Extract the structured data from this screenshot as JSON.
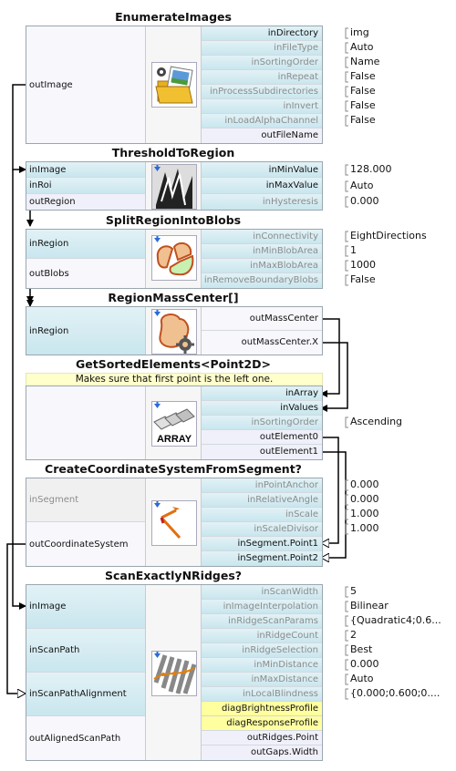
{
  "blocks": {
    "enumerate_images": {
      "title": "EnumerateImages",
      "out_image": "outImage",
      "in_directory": "inDirectory",
      "in_file_type": "inFileType",
      "in_sorting_order": "inSortingOrder",
      "in_repeat": "inRepeat",
      "in_process_subdirectories": "inProcessSubdirectories",
      "in_invert": "inInvert",
      "in_load_alpha_channel": "inLoadAlphaChannel",
      "out_file_name": "outFileName",
      "values": {
        "directory": "img",
        "file_type": "Auto",
        "sorting_order": "Name",
        "repeat": "False",
        "process_subdirectories": "False",
        "invert": "False",
        "load_alpha_channel": "False"
      }
    },
    "threshold_to_region": {
      "title": "ThresholdToRegion",
      "in_image": "inImage",
      "in_roi": "inRoi",
      "out_region": "outRegion",
      "in_min_value": "inMinValue",
      "in_max_value": "inMaxValue",
      "in_hysteresis": "inHysteresis",
      "values": {
        "min_value": "128.000",
        "max_value": "Auto",
        "hysteresis": "0.000"
      }
    },
    "split_region_into_blobs": {
      "title": "SplitRegionIntoBlobs",
      "in_region": "inRegion",
      "out_blobs": "outBlobs",
      "in_connectivity": "inConnectivity",
      "in_min_blob_area": "inMinBlobArea",
      "in_max_blob_area": "inMaxBlobArea",
      "in_remove_boundary_blobs": "inRemoveBoundaryBlobs",
      "values": {
        "connectivity": "EightDirections",
        "min_blob_area": "1",
        "max_blob_area": "1000",
        "remove_boundary_blobs": "False"
      }
    },
    "region_mass_center": {
      "title": "RegionMassCenter[]",
      "in_region": "inRegion",
      "out_mass_center": "outMassCenter",
      "out_mass_center_x": "outMassCenter.X"
    },
    "get_sorted_elements": {
      "title": "GetSortedElements<Point2D>",
      "note": "Makes sure that first point is the left one.",
      "icon_label": "ARRAY",
      "in_array": "inArray",
      "in_values": "inValues",
      "in_sorting_order": "inSortingOrder",
      "out_element0": "outElement0",
      "out_element1": "outElement1",
      "values": {
        "sorting_order": "Ascending"
      }
    },
    "create_coordinate_system": {
      "title": "CreateCoordinateSystemFromSegment?",
      "in_segment": "inSegment",
      "out_coordinate_system": "outCoordinateSystem",
      "in_point_anchor": "inPointAnchor",
      "in_relative_angle": "inRelativeAngle",
      "in_scale": "inScale",
      "in_scale_divisor": "inScaleDivisor",
      "in_segment_point1": "inSegment.Point1",
      "in_segment_point2": "inSegment.Point2",
      "values": {
        "point_anchor": "0.000",
        "relative_angle": "0.000",
        "scale": "1.000",
        "scale_divisor": "1.000"
      }
    },
    "scan_exactly_n_ridges": {
      "title": "ScanExactlyNRidges?",
      "in_image": "inImage",
      "in_scan_path": "inScanPath",
      "in_scan_path_alignment": "inScanPathAlignment",
      "out_aligned_scan_path": "outAlignedScanPath",
      "in_scan_width": "inScanWidth",
      "in_image_interpolation": "inImageInterpolation",
      "in_ridge_scan_params": "inRidgeScanParams",
      "in_ridge_count": "inRidgeCount",
      "in_ridge_selection": "inRidgeSelection",
      "in_min_distance": "inMinDistance",
      "in_max_distance": "inMaxDistance",
      "in_local_blindness": "inLocalBlindness",
      "diag_brightness_profile": "diagBrightnessProfile",
      "diag_response_profile": "diagResponseProfile",
      "out_ridges_point": "outRidges.Point",
      "out_gaps_width": "outGaps.Width",
      "values": {
        "scan_width": "5",
        "image_interpolation": "Bilinear",
        "ridge_scan_params": "{Quadratic4;0.6...",
        "ridge_count": "2",
        "ridge_selection": "Best",
        "min_distance": "0.000",
        "max_distance": "Auto",
        "local_blindness": "{0.000;0.600;0...."
      }
    }
  },
  "colors": {
    "wire": "#000000",
    "port_input": "#c9e6ee",
    "port_output": "#f0f0fa",
    "diag_port": "#ffffa0",
    "note": "#ffffcc"
  }
}
